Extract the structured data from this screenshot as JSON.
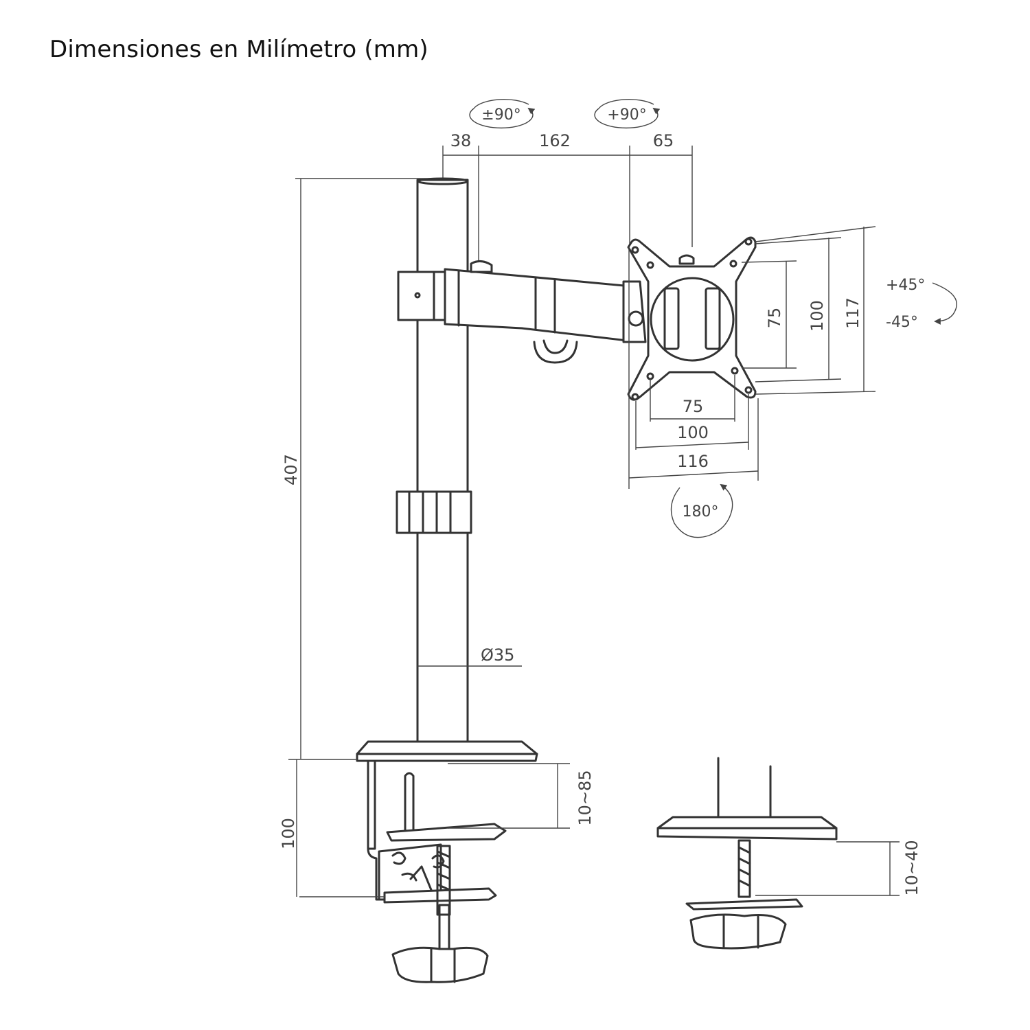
{
  "title": "Dimensiones en Milímetro (mm)",
  "rotation": {
    "swivel_arm": "±90°",
    "swivel_head": "+90°",
    "tilt_up": "+45°",
    "tilt_down": "-45°",
    "rotate": "180°"
  },
  "dimensions": {
    "arm_offset": "38",
    "arm_length": "162",
    "head_depth": "65",
    "pole_height": "407",
    "pole_diameter": "Ø35",
    "vesa_small_v": "75",
    "vesa_large_v": "100",
    "plate_height": "117",
    "vesa_small_h": "75",
    "vesa_large_h": "100",
    "plate_width": "116",
    "clamp_height": "100",
    "clamp_range": "10~85",
    "grommet_range": "10~40"
  }
}
